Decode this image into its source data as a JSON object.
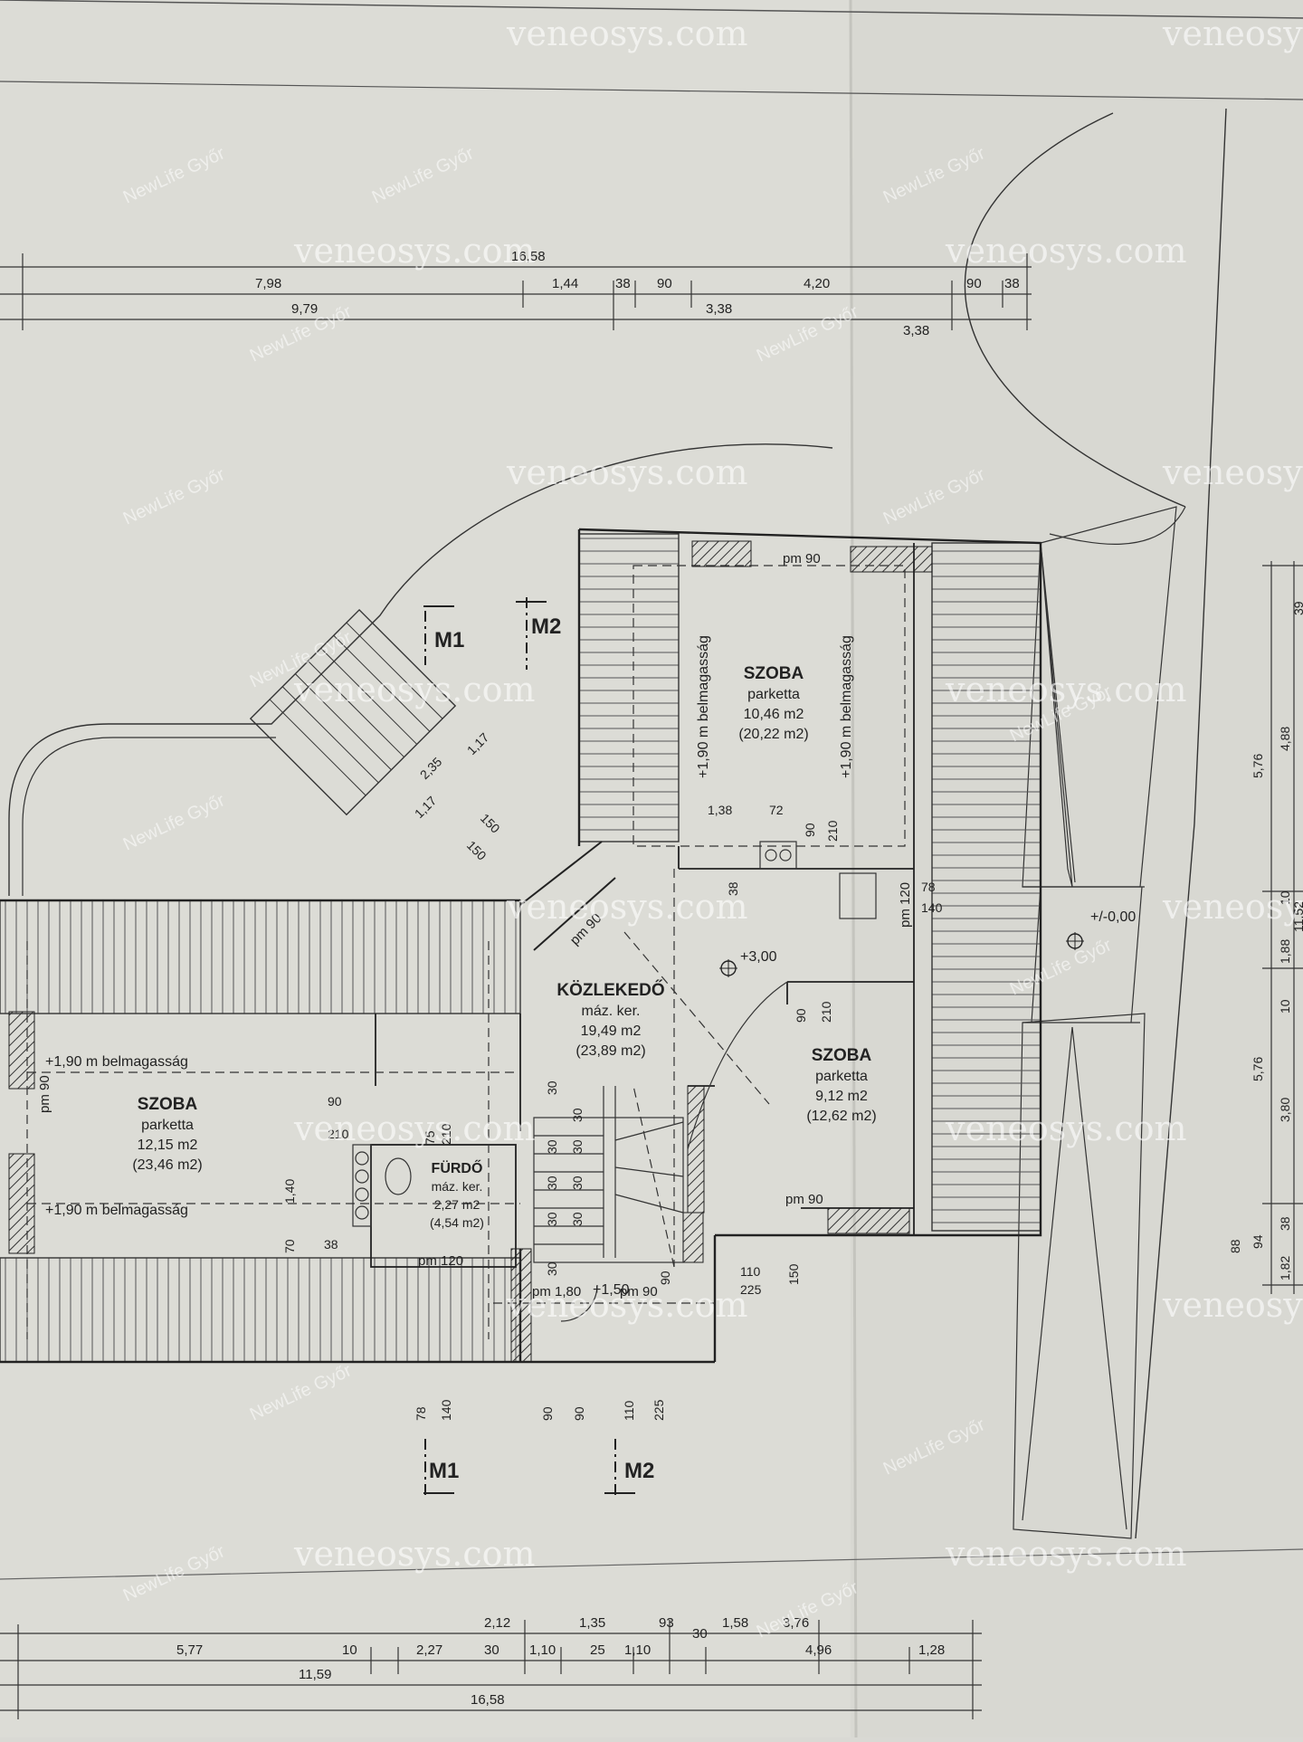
{
  "dimensions": {
    "top_total": "16,58",
    "top_row1": [
      "7,98",
      "1,44",
      "38",
      "90",
      "4,20",
      "90",
      "38"
    ],
    "top_row2": [
      "9,79",
      "3,38",
      "3,38"
    ],
    "bottom_row1": [
      "2,12",
      "1,35",
      "93",
      "1,58",
      "3,76"
    ],
    "bottom_row2": [
      "5,77",
      "10",
      "2,27",
      "30",
      "1,10",
      "25",
      "1,10",
      "30",
      "4,96",
      "1,28"
    ],
    "bottom_row3": "11,59",
    "bottom_total": "16,58",
    "right": [
      "5,76",
      "4,88",
      "11,52",
      "1,88",
      "10",
      "5,76",
      "3,80",
      "94",
      "38",
      "88",
      "1,82",
      "10",
      "39"
    ],
    "stair_dims": [
      "2,35",
      "1,17",
      "1,17",
      "150",
      "150"
    ],
    "misc": [
      "1,38",
      "72",
      "90",
      "210",
      "38",
      "78",
      "140",
      "90",
      "210",
      "75",
      "210",
      "1,40",
      "70",
      "38",
      "120",
      "110",
      "225",
      "150",
      "90",
      "90",
      "90",
      "110",
      "225",
      "78",
      "140",
      "90",
      "90"
    ],
    "steps": [
      "30",
      "30",
      "30",
      "30",
      "30",
      "30",
      "30",
      "30",
      "30"
    ]
  },
  "sections": [
    "M1",
    "M2",
    "M1",
    "M2"
  ],
  "rooms": [
    {
      "name": "SZOBA",
      "floor": "parketta",
      "area": "10,46 m2",
      "area2": "(20,22 m2)"
    },
    {
      "name": "KÖZLEKEDŐ",
      "floor": "máz. ker.",
      "area": "19,49 m2",
      "area2": "(23,89 m2)"
    },
    {
      "name": "SZOBA",
      "floor": "parketta",
      "area": "9,12 m2",
      "area2": "(12,62 m2)"
    },
    {
      "name": "SZOBA",
      "floor": "parketta",
      "area": "12,15 m2",
      "area2": "(23,46 m2)"
    },
    {
      "name": "FÜRDŐ",
      "floor": "máz. ker.",
      "area": "2,27 m2",
      "area2": "(4,54 m2)"
    }
  ],
  "notes": {
    "belmag": "+1,90 m belmagasság",
    "level_300": "+3,00",
    "level_000": "+/-0,00",
    "level_150": "+1,50",
    "pm90": "pm 90",
    "pm120": "pm 120",
    "pm180": "pm 1,80",
    "pm120b": "pm 120"
  },
  "watermarks": {
    "site": "veneosys.com",
    "agency": "NewLife Győr"
  }
}
